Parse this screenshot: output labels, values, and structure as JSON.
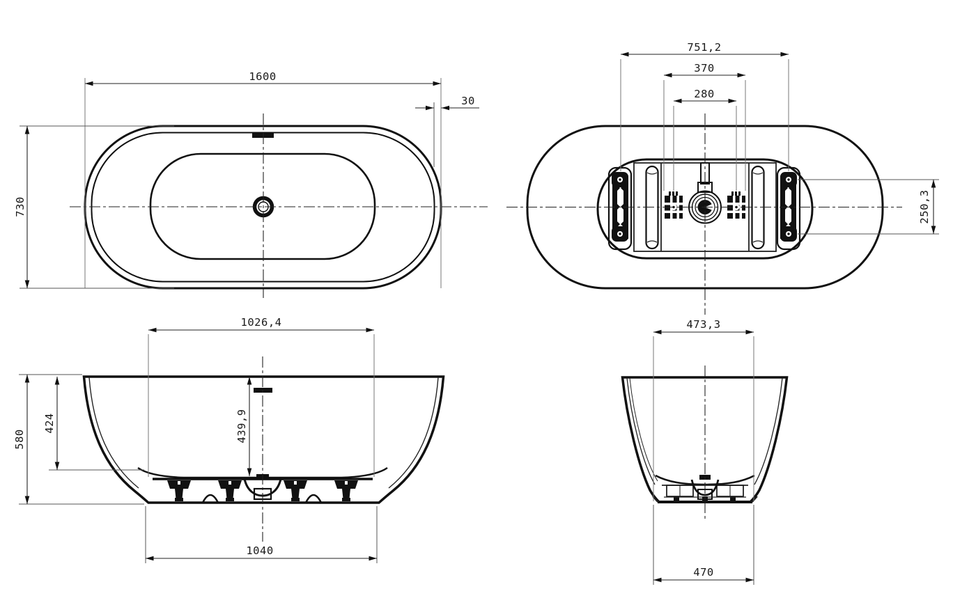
{
  "drawing": {
    "kind": "bathtub-orthographic-views",
    "ink_color": "#1a1a1a",
    "background_color": "#ffffff"
  },
  "views": {
    "top_plan": {
      "dims": {
        "overall_length": "1600",
        "rim_width": "30",
        "overall_width": "730"
      }
    },
    "bottom_plan": {
      "dims": {
        "rail_span": "751,2",
        "bracket_span": "370",
        "bolt_span": "280",
        "foot_spacing": "250,3"
      }
    },
    "front_elevation": {
      "dims": {
        "basin_length": "1026,4",
        "side_depth": "424",
        "center_depth": "439,9",
        "overall_height": "580",
        "base_length": "1040"
      }
    },
    "end_elevation": {
      "dims": {
        "basin_width": "473,3",
        "base_width": "470"
      }
    }
  }
}
